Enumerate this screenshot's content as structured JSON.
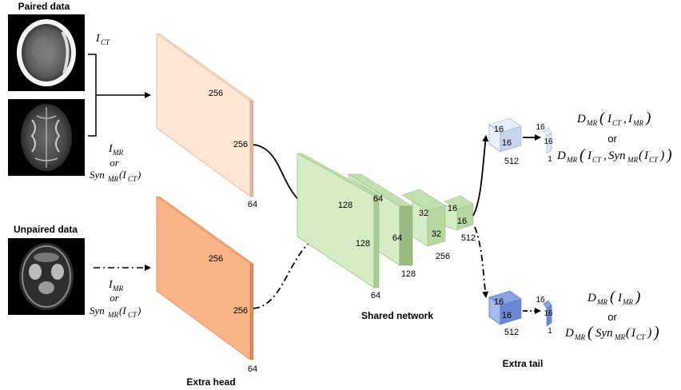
{
  "labels": {
    "paired_data": "Paired data",
    "unpaired_data": "Unpaired data",
    "shared_network": "Shared network",
    "extra_head": "Extra head",
    "extra_tail": "Extra tail"
  },
  "inputs": {
    "ct_sub": "CT",
    "mr_sub": "MR",
    "or": "or",
    "syn": "Syn",
    "ct_inner": "CT"
  },
  "volumes": {
    "head_top": {
      "w": "256",
      "h": "256",
      "d": "64"
    },
    "head_bottom": {
      "w": "256",
      "h": "256",
      "d": "64"
    },
    "shared_1": {
      "h": "128",
      "w": "128",
      "d": "64"
    },
    "shared_2": {
      "h": "64",
      "w": "64",
      "d": "128"
    },
    "shared_3": {
      "h": "32",
      "w": "32",
      "d": "256"
    },
    "shared_4": {
      "h": "16",
      "w": "16",
      "d": "512"
    },
    "tail_top_1": {
      "h": "16",
      "w": "16",
      "d": "512"
    },
    "tail_top_2": {
      "h": "16",
      "w": "16",
      "d": "1"
    },
    "tail_bottom_1": {
      "h": "16",
      "w": "16",
      "d": "512"
    },
    "tail_bottom_2": {
      "h": "16",
      "w": "16",
      "d": "1"
    }
  },
  "formulas": {
    "D": "D",
    "MR": "MR",
    "CT": "CT",
    "I": "I",
    "Syn": "Syn",
    "or": "or"
  },
  "colors": {
    "head_top": "#fde7d4",
    "head_bottom": "#f9b587",
    "shared": "#d5edc5",
    "tail_top": "#dbe6f7",
    "tail_bottom": "#7a95d9"
  }
}
